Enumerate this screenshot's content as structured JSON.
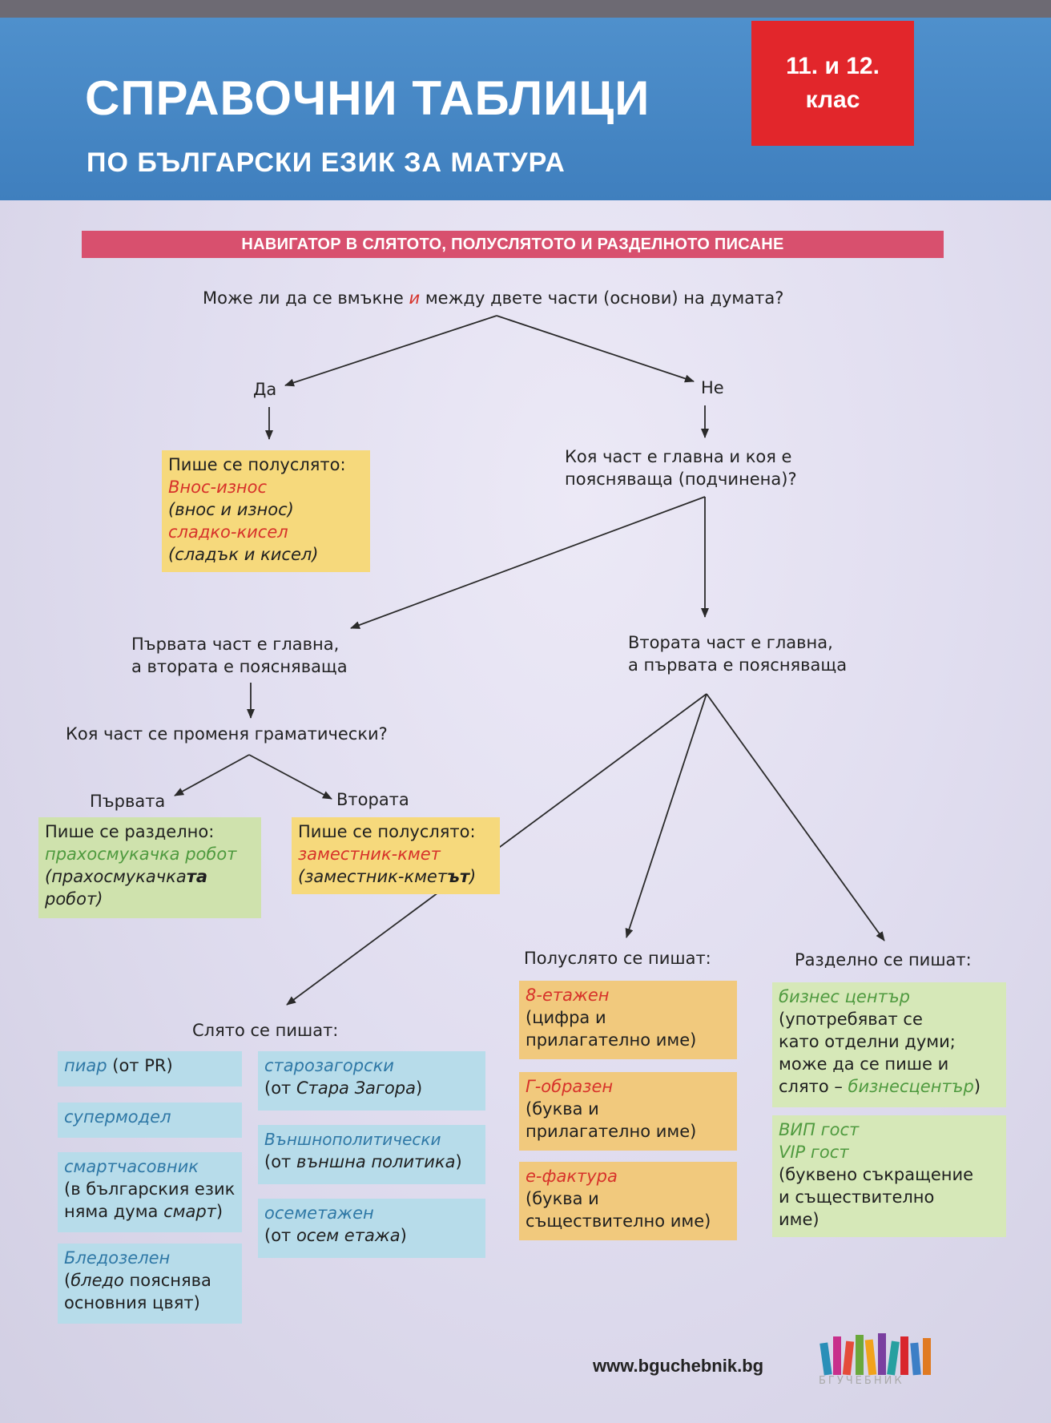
{
  "header": {
    "title": "СПРАВОЧНИ ТАБЛИЦИ",
    "subtitle": "ПО БЪЛГАРСКИ ЕЗИК ЗА МАТУРА",
    "grade_line1": "11. и 12.",
    "grade_line2": "клас"
  },
  "banner": "НАВИГАТОР В СЛЯТОТО, ПОЛУСЛЯТОТО И РАЗДЕЛНОТО ПИСАНЕ",
  "question1": {
    "pre": "Може ли да се вмъкне ",
    "word": "и",
    "post": " между двете части (основи) на думата?"
  },
  "yes": "Да",
  "no": "Не",
  "box_yes": {
    "heading": "Пише се полуслято:",
    "ex1": "Внос-износ",
    "ex1_note": "(внос и износ)",
    "ex2": "сладко-кисел",
    "ex2_note": "(сладък и кисел)"
  },
  "question2": {
    "line1": "Коя част е главна и коя е",
    "line2": "поясняваща (подчинена)?"
  },
  "first_main": {
    "line1": "Първата част е главна,",
    "line2": "а втората е поясняваща"
  },
  "second_main": {
    "line1": "Втората част е главна,",
    "line2": "а първата е поясняваща"
  },
  "question3": "Коя част се променя граматически?",
  "first": "Първата",
  "second": "Втората",
  "box_separate1": {
    "heading": "Пише се разделно:",
    "ex": "прахосмукачка робот",
    "note_a": "(прахосмукачка",
    "note_b": "та",
    "note_c": "робот)"
  },
  "box_semi1": {
    "heading": "Пише се полуслято:",
    "ex": "заместник-кмет",
    "note_a": "(заместник-кмет",
    "note_b": "ът",
    "note_c": ")"
  },
  "label_together": "Слято се пишат:",
  "label_semi": "Полуслято се пишат:",
  "label_separate": "Разделно се пишат:",
  "together": [
    {
      "ex": "пиар",
      "note": " (от PR)"
    },
    {
      "ex": "супермодел"
    },
    {
      "ex": "смартчасовник",
      "line2": "(в българския език",
      "line3a": "няма дума ",
      "line3b": "смарт",
      "line3c": ")"
    },
    {
      "ex": "Бледозелен",
      "line2a": "(",
      "line2b": "бледо",
      "line2c": " пояснява",
      "line3": "основния цвят)"
    },
    {
      "ex": "старозагорски",
      "line2a": "(от ",
      "line2b": "Стара Загора",
      "line2c": ")"
    },
    {
      "ex": "Външнополитически",
      "line2a": "(от ",
      "line2b": "външна политика",
      "line2c": ")"
    },
    {
      "ex": "осеметажен",
      "line2a": "(от ",
      "line2b": "осем етажа",
      "line2c": ")"
    }
  ],
  "semi": [
    {
      "ex": "8-етажен",
      "line2": "(цифра и",
      "line3": "прилагателно име)"
    },
    {
      "ex": "Г-образен",
      "line2": "(буква и",
      "line3": "прилагателно име)"
    },
    {
      "ex": "е-фактура",
      "line2": "(буква и",
      "line3": "съществително име)"
    }
  ],
  "separate": [
    {
      "ex": "бизнес център",
      "line2": "(употребяват се",
      "line3": "като отделни думи;",
      "line4": "може да се пише и",
      "line5a": "слято – ",
      "line5b": "бизнесцентър",
      "line5c": ")"
    },
    {
      "ex": "ВИП гост",
      "ex2": "VIP гост",
      "line3": "(буквено съкращение",
      "line4": "и съществително",
      "line5": "име)"
    }
  ],
  "footer": {
    "url": "www.bguchebnik.bg",
    "logo_text": "БГУЧЕБНИК"
  },
  "colors": {
    "header": "#4285c4",
    "grade": "#e2262b",
    "banner": "#d8506e",
    "red_text": "#d7322a",
    "green_text": "#4f9a3f",
    "blue_text": "#2f78a6"
  }
}
